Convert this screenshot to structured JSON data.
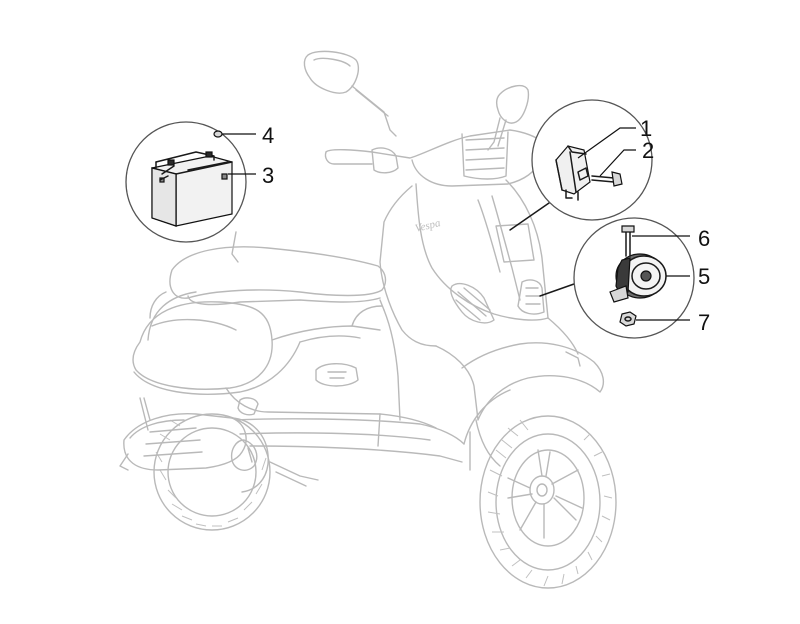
{
  "callouts": [
    {
      "id": "1",
      "label": "1"
    },
    {
      "id": "2",
      "label": "2"
    },
    {
      "id": "3",
      "label": "3"
    },
    {
      "id": "4",
      "label": "4"
    },
    {
      "id": "5",
      "label": "5"
    },
    {
      "id": "6",
      "label": "6"
    },
    {
      "id": "7",
      "label": "7"
    }
  ],
  "scooter": {
    "brand_script": "Vespa"
  }
}
